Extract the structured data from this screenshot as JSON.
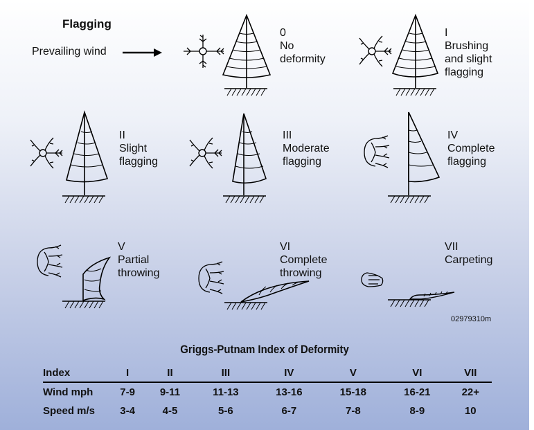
{
  "heading": "Flagging",
  "wind_label": "Prevailing wind",
  "classes": [
    {
      "numeral": "0",
      "lines": [
        "No",
        "deformity"
      ]
    },
    {
      "numeral": "I",
      "lines": [
        "Brushing",
        "and slight",
        "flagging"
      ]
    },
    {
      "numeral": "II",
      "lines": [
        "Slight",
        "flagging"
      ]
    },
    {
      "numeral": "III",
      "lines": [
        "Moderate",
        "flagging"
      ]
    },
    {
      "numeral": "IV",
      "lines": [
        "Complete",
        "flagging"
      ]
    },
    {
      "numeral": "V",
      "lines": [
        "Partial",
        "throwing"
      ]
    },
    {
      "numeral": "VI",
      "lines": [
        "Complete",
        "throwing"
      ]
    },
    {
      "numeral": "VII",
      "lines": [
        "Carpeting"
      ]
    }
  ],
  "figure_code": "02979310m",
  "table": {
    "title": "Griggs-Putnam Index of Deformity",
    "header": [
      "Index",
      "I",
      "II",
      "III",
      "IV",
      "V",
      "VI",
      "VII"
    ],
    "rows": [
      [
        "Wind mph",
        "7-9",
        "9-11",
        "11-13",
        "13-16",
        "15-18",
        "16-21",
        "22+"
      ],
      [
        "Speed m/s",
        "3-4",
        "4-5",
        "5-6",
        "6-7",
        "7-8",
        "8-9",
        "10"
      ]
    ]
  }
}
